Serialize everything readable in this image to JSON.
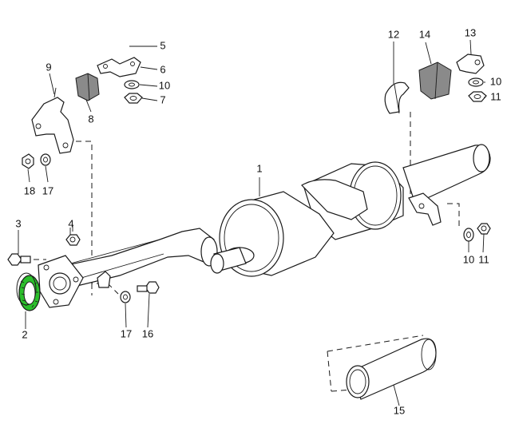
{
  "diagram": {
    "highlight_color": "#22bb22",
    "highlighted_part": "2",
    "callouts": {
      "c1": "1",
      "c2": "2",
      "c3": "3",
      "c4": "4",
      "c5": "5",
      "c6": "6",
      "c7": "7",
      "c8": "8",
      "c9": "9",
      "c10a": "10",
      "c10b": "10",
      "c10c": "10",
      "c11a": "11",
      "c11b": "11",
      "c12": "12",
      "c13": "13",
      "c14": "14",
      "c15": "15",
      "c16": "16",
      "c17a": "17",
      "c17b": "17",
      "c18": "18"
    }
  }
}
